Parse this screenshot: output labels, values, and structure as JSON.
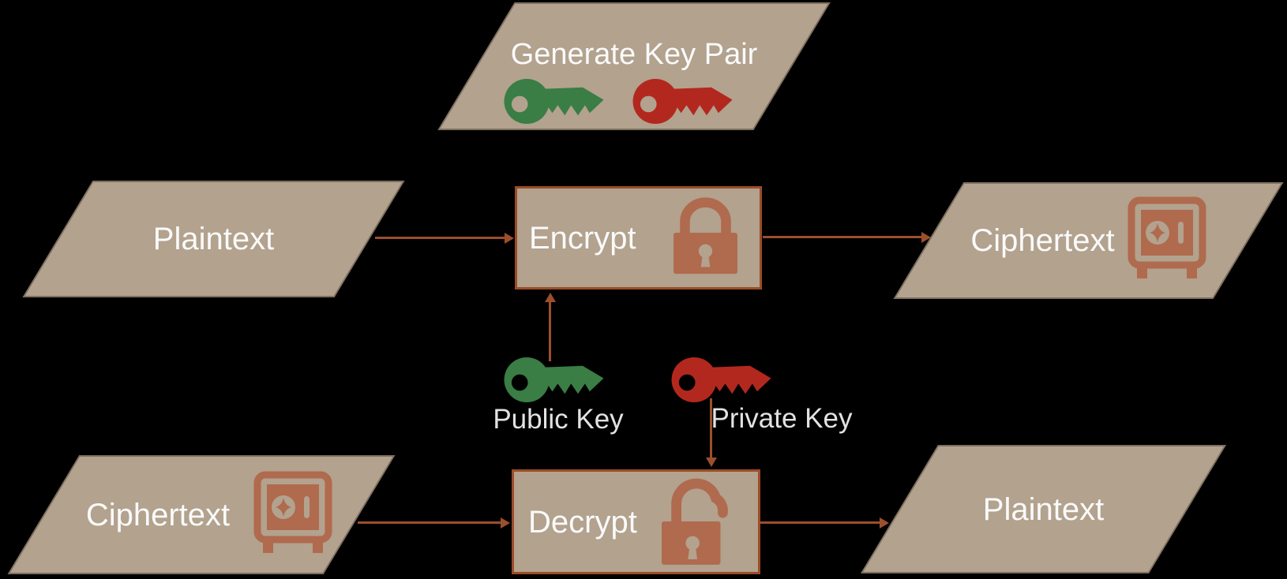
{
  "colors": {
    "background": "#000000",
    "shape-fill": "#b2a28e",
    "shape-edge": "#7e7060",
    "box-border": "#9c4c28",
    "arrow": "#9c4f2c",
    "icon-rust": "#b06a4e",
    "key-green": "#3a7d45",
    "key-red": "#b3281e",
    "label-white": "#fafafa",
    "label-gray": "#e2e2e2"
  },
  "nodes": {
    "generate_key_pair": {
      "label": "Generate Key Pair",
      "shape": "parallelogram",
      "icons": [
        "green-key",
        "red-key"
      ]
    },
    "plaintext_input": {
      "label": "Plaintext",
      "shape": "parallelogram"
    },
    "encrypt": {
      "label": "Encrypt",
      "shape": "process",
      "icon": "closed-padlock"
    },
    "ciphertext_output": {
      "label": "Ciphertext",
      "shape": "parallelogram",
      "icon": "safe"
    },
    "public_key": {
      "label": "Public Key",
      "icon": "green-key"
    },
    "private_key": {
      "label": "Private Key",
      "icon": "red-key"
    },
    "ciphertext_input": {
      "label": "Ciphertext",
      "shape": "parallelogram",
      "icon": "safe"
    },
    "decrypt": {
      "label": "Decrypt",
      "shape": "process",
      "icon": "open-padlock"
    },
    "plaintext_output": {
      "label": "Plaintext",
      "shape": "parallelogram"
    }
  },
  "edges": [
    {
      "from": "plaintext_input",
      "to": "encrypt"
    },
    {
      "from": "encrypt",
      "to": "ciphertext_output"
    },
    {
      "from": "public_key",
      "to": "encrypt"
    },
    {
      "from": "private_key",
      "to": "decrypt"
    },
    {
      "from": "ciphertext_input",
      "to": "decrypt"
    },
    {
      "from": "decrypt",
      "to": "plaintext_output"
    }
  ]
}
